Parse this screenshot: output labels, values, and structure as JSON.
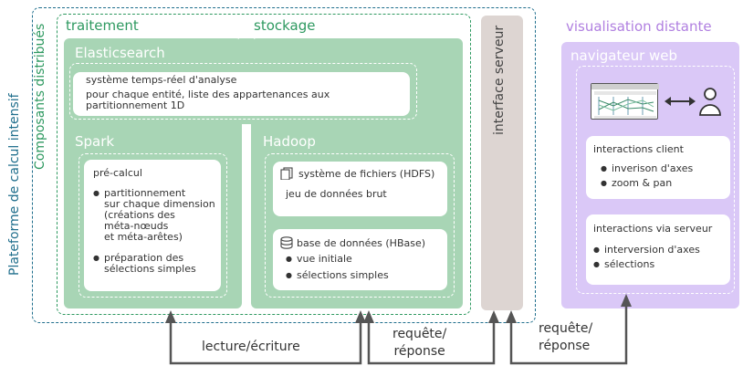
{
  "platform": {
    "label": "Plateforme de calcul intensif",
    "distributed_label": "Composants distribués",
    "traitement": "traitement",
    "stockage": "stockage"
  },
  "elastic": {
    "title": "Elasticsearch",
    "line1": "système temps-réel d'analyse",
    "line2": "pour chaque entité, liste des appartenances aux",
    "line3": "partitionnement 1D"
  },
  "spark": {
    "title": "Spark",
    "precalc": "pré-calcul",
    "item1_l1": "partitionnement",
    "item1_l2": "sur chaque dimension",
    "item1_l3": "(créations des",
    "item1_l4": "méta-nœuds",
    "item1_l5": "et méta-arêtes)",
    "item2_l1": "préparation des",
    "item2_l2": "sélections simples"
  },
  "hadoop": {
    "title": "Hadoop",
    "hdfs": "système de fichiers (HDFS)",
    "hdfs_content": "jeu de données brut",
    "hbase": "base de données (HBase)",
    "hbase_item1": "vue initiale",
    "hbase_item2": "sélections simples"
  },
  "server": {
    "label": "interface serveur"
  },
  "remote": {
    "label": "visualisation distante",
    "browser": "navigateur web",
    "client_title": "interactions client",
    "client_item1": "inverison d'axes",
    "client_item2": "zoom & pan",
    "server_title": "interactions via serveur",
    "server_item1": "interversion d'axes",
    "server_item2": "sélections"
  },
  "arrows": {
    "rw": "lecture/écriture",
    "req1_l1": "requête/",
    "req1_l2": "réponse",
    "req2_l1": "requête/",
    "req2_l2": "réponse"
  },
  "colors": {
    "platform": "#1f6e8c",
    "green": "#2e9960",
    "green_fill": "#a8d5b5",
    "server_fill": "#ddd5d2",
    "remote_label": "#b07fe0",
    "remote_fill": "#dac8f7",
    "arrow": "#555555"
  }
}
